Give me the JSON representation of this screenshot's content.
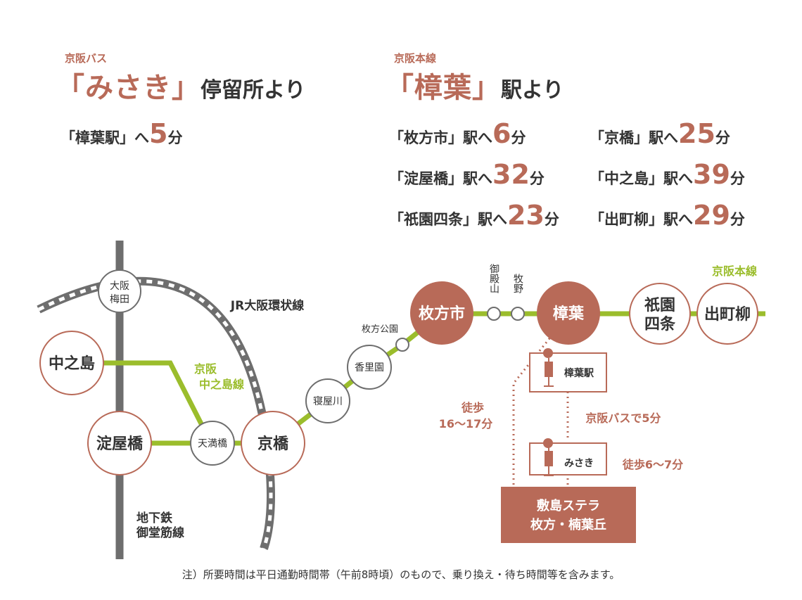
{
  "colors": {
    "accent": "#b86a58",
    "green_line": "#9bbd2c",
    "jr_loop": "#6e6e6e",
    "subway": "#6e6e6e",
    "text": "#333333"
  },
  "bus_section": {
    "label": "京阪バス",
    "title": "「みさき」",
    "title_suffix": "停留所より",
    "routes": [
      {
        "dest": "「樟葉駅」へ",
        "minutes": "5",
        "unit": "分"
      }
    ]
  },
  "train_section": {
    "label": "京阪本線",
    "title": "「樟葉」",
    "title_suffix": "駅より",
    "routes": [
      {
        "dest": "「枚方市」駅へ",
        "minutes": "6",
        "unit": "分"
      },
      {
        "dest": "「京橋」駅へ",
        "minutes": "25",
        "unit": "分"
      },
      {
        "dest": "「淀屋橋」駅へ",
        "minutes": "32",
        "unit": "分"
      },
      {
        "dest": "「中之島」駅へ",
        "minutes": "39",
        "unit": "分"
      },
      {
        "dest": "「祇園四条」駅へ",
        "minutes": "23",
        "unit": "分"
      },
      {
        "dest": "「出町柳」駅へ",
        "minutes": "29",
        "unit": "分"
      }
    ]
  },
  "map": {
    "line_labels": {
      "jr_loop": "JR大阪環状線",
      "nakanoshima_line_1": "京阪",
      "nakanoshima_line_2": "中之島線",
      "main_line": "京阪本線",
      "subway_1": "地下鉄",
      "subway_2": "御堂筋線"
    },
    "stations": {
      "osaka_umeda_1": "大阪",
      "osaka_umeda_2": "梅田",
      "nakanoshima": "中之島",
      "yodoyabashi": "淀屋橋",
      "temmabashi": "天満橋",
      "kyobashi": "京橋",
      "neyagawa": "寝屋川",
      "korien": "香里園",
      "hirakata_koen": "枚方公園",
      "hirakatashi": "枚方市",
      "gotenyama": "御殿山",
      "makino": "牧野",
      "kuzuha": "樟葉",
      "gion_shijo_1": "祇園",
      "gion_shijo_2": "四条",
      "demachiyanagi": "出町柳"
    },
    "access": {
      "walk_label": "徒歩",
      "walk_time": "16〜17分",
      "bus_stop_station": "樟葉駅",
      "bus_ride": "京阪バスで5分",
      "bus_stop_misaki": "みさき",
      "walk_misaki": "徒歩6〜7分",
      "destination_1": "敷島ステラ",
      "destination_2": "枚方・楠葉丘"
    }
  },
  "footnote": "注）所要時間は平日通勤時間帯（午前8時頃）のもので、乗り換え・待ち時間等を含みます。"
}
